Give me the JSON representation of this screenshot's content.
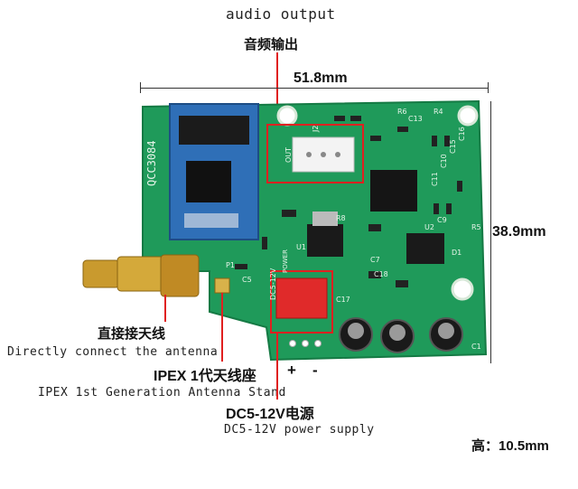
{
  "labels": {
    "audio_en": "audio output",
    "audio_cn": "音频输出",
    "width": "51.8mm",
    "height_dim": "38.9mm",
    "antenna_cn": "直接接天线",
    "antenna_en": "Directly connect the antenna",
    "ipex_cn": "IPEX 1代天线座",
    "ipex_en": "IPEX 1st Generation Antenna Stand",
    "plus": "+",
    "minus": "-",
    "power_cn": "DC5-12V电源",
    "power_en": "DC5-12V power supply",
    "thickness": "高：10.5mm"
  },
  "board_text": {
    "chip": "QCC3084",
    "out": "OUT",
    "dc": "DC5-12V",
    "power": "POWER",
    "p1": "P1",
    "c5": "C5",
    "c1": "C1",
    "c13": "C13",
    "r8": "R8",
    "r5": "R5",
    "u1": "U1",
    "c7": "C7",
    "c18": "C18",
    "c17": "C17",
    "d1": "D1",
    "r6": "R6",
    "r4": "R4",
    "c9": "C9",
    "c11": "C11",
    "c10": "C10",
    "c15": "C15",
    "c16": "C16",
    "j2": "J2",
    "u2": "U2"
  },
  "colors": {
    "pcb": "#1f9a5a",
    "pcb_dark": "#157a44",
    "highlight": "#e02020",
    "gold": "#c99a2e",
    "module": "#2f6fb7"
  }
}
